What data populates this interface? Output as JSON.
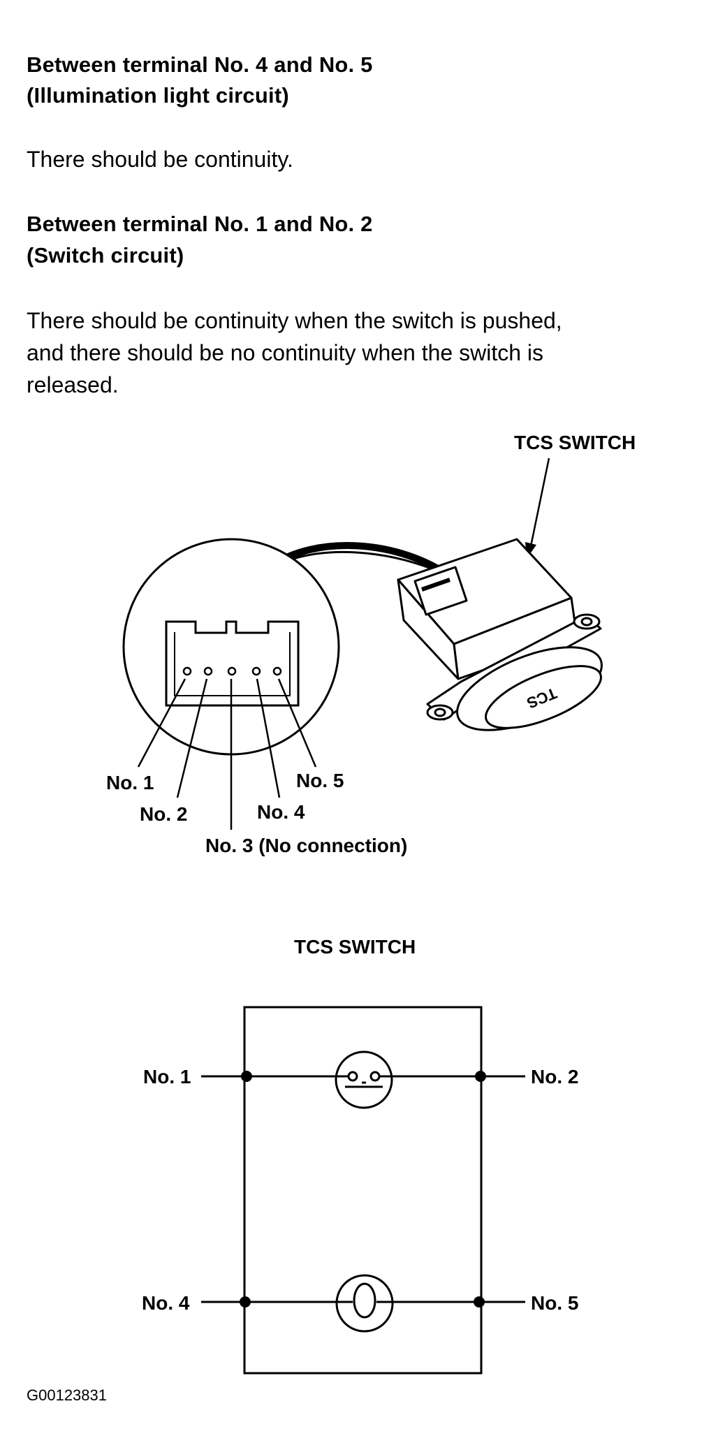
{
  "section1": {
    "heading_line1": "Between terminal No. 4 and No. 5",
    "heading_line2": "(Illumination light circuit)",
    "text": "There should be continuity."
  },
  "section2": {
    "heading_line1": "Between terminal No. 1 and No. 2",
    "heading_line2": "(Switch circuit)",
    "text_line1": "There should be continuity when the switch is pushed,",
    "text_line2": "and there should be no continuity when the switch is",
    "text_line3": "released."
  },
  "connector_figure": {
    "title": "TCS SWITCH",
    "switch_face_text": "TCS",
    "pin_labels": {
      "no1": "No. 1",
      "no2": "No. 2",
      "no3": "No. 3 (No connection)",
      "no4": "No. 4",
      "no5": "No. 5"
    }
  },
  "schematic": {
    "title": "TCS SWITCH",
    "labels": {
      "no1": "No. 1",
      "no2": "No. 2",
      "no4": "No. 4",
      "no5": "No. 5"
    }
  },
  "figure_code": "G00123831"
}
